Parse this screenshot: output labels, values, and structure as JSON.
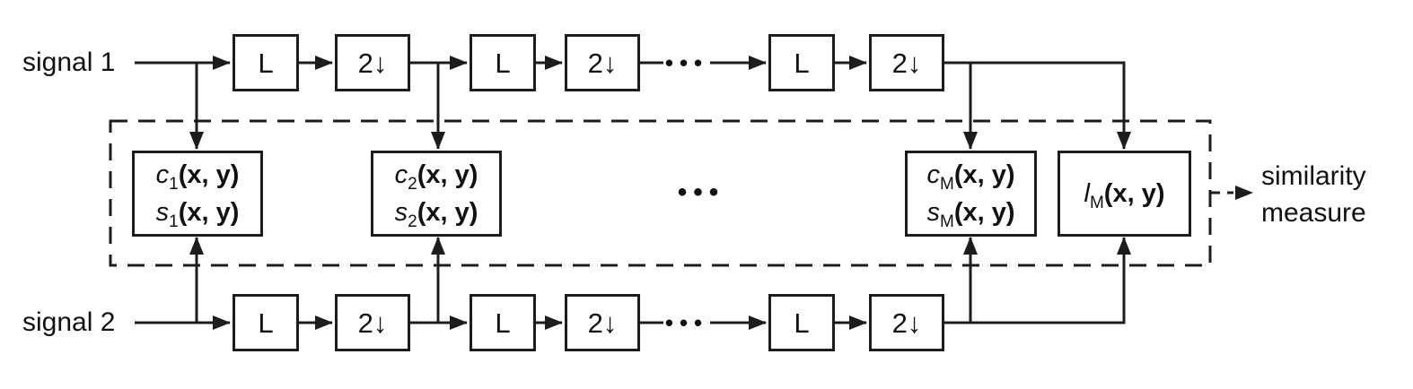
{
  "diagram": {
    "signal1_label": "signal 1",
    "signal2_label": "signal 2",
    "filter_label": "L",
    "downsample_label": "2↓",
    "ellipsis": "•••",
    "output_label": {
      "line1": "similarity",
      "line2": "measure"
    },
    "colors": {
      "line": "#1c1c1c",
      "text": "#111111",
      "background": "#ffffff"
    },
    "analysis_boxes": [
      {
        "row1": {
          "var": "c",
          "sub": "1",
          "args": "(x, y)"
        },
        "row2": {
          "var": "s",
          "sub": "1",
          "args": "(x, y)"
        }
      },
      {
        "row1": {
          "var": "c",
          "sub": "2",
          "args": "(x, y)"
        },
        "row2": {
          "var": "s",
          "sub": "2",
          "args": "(x, y)"
        }
      },
      {
        "row1": {
          "var": "c",
          "sub": "M",
          "args": "(x, y)"
        },
        "row2": {
          "var": "s",
          "sub": "M",
          "args": "(x, y)"
        }
      }
    ],
    "luminance_box": {
      "var": "l",
      "sub": "M",
      "args": "(x, y)"
    }
  }
}
